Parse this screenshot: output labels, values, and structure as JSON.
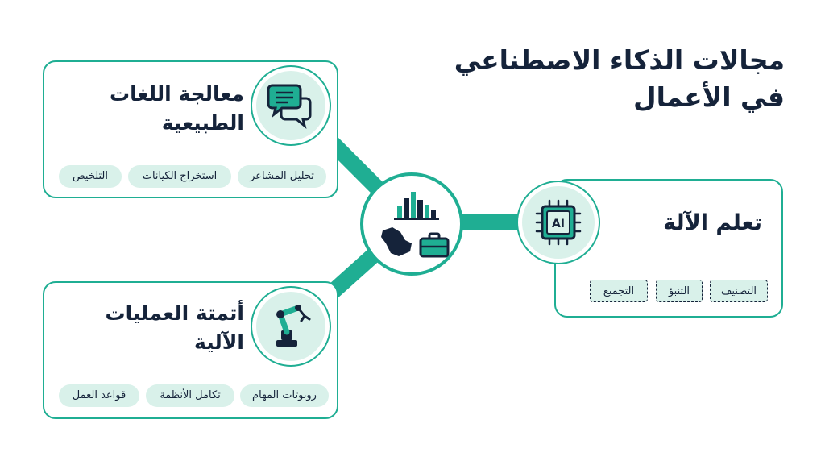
{
  "title": {
    "line1": "مجالات الذكاء الاصطناعي",
    "line2": "في الأعمال"
  },
  "nlp": {
    "title_line1": "معالجة اللغات",
    "title_line2": "الطبيعية",
    "tags": [
      "تحليل المشاعر",
      "استخراج الكيانات",
      "التلخيص"
    ]
  },
  "rpa": {
    "title_line1": "أتمتة العمليات",
    "title_line2": "الآلية",
    "tags": [
      "روبوتات المهام",
      "تكامل الأنظمة",
      "قواعد العمل"
    ]
  },
  "ml": {
    "title": "تعلم الآلة",
    "chip_label": "AI",
    "tags": [
      "التصنيف",
      "التنبؤ",
      "التجميع"
    ]
  },
  "colors": {
    "accent": "#1fae93",
    "pill_bg": "#d9f1ea",
    "text": "#15233a"
  }
}
